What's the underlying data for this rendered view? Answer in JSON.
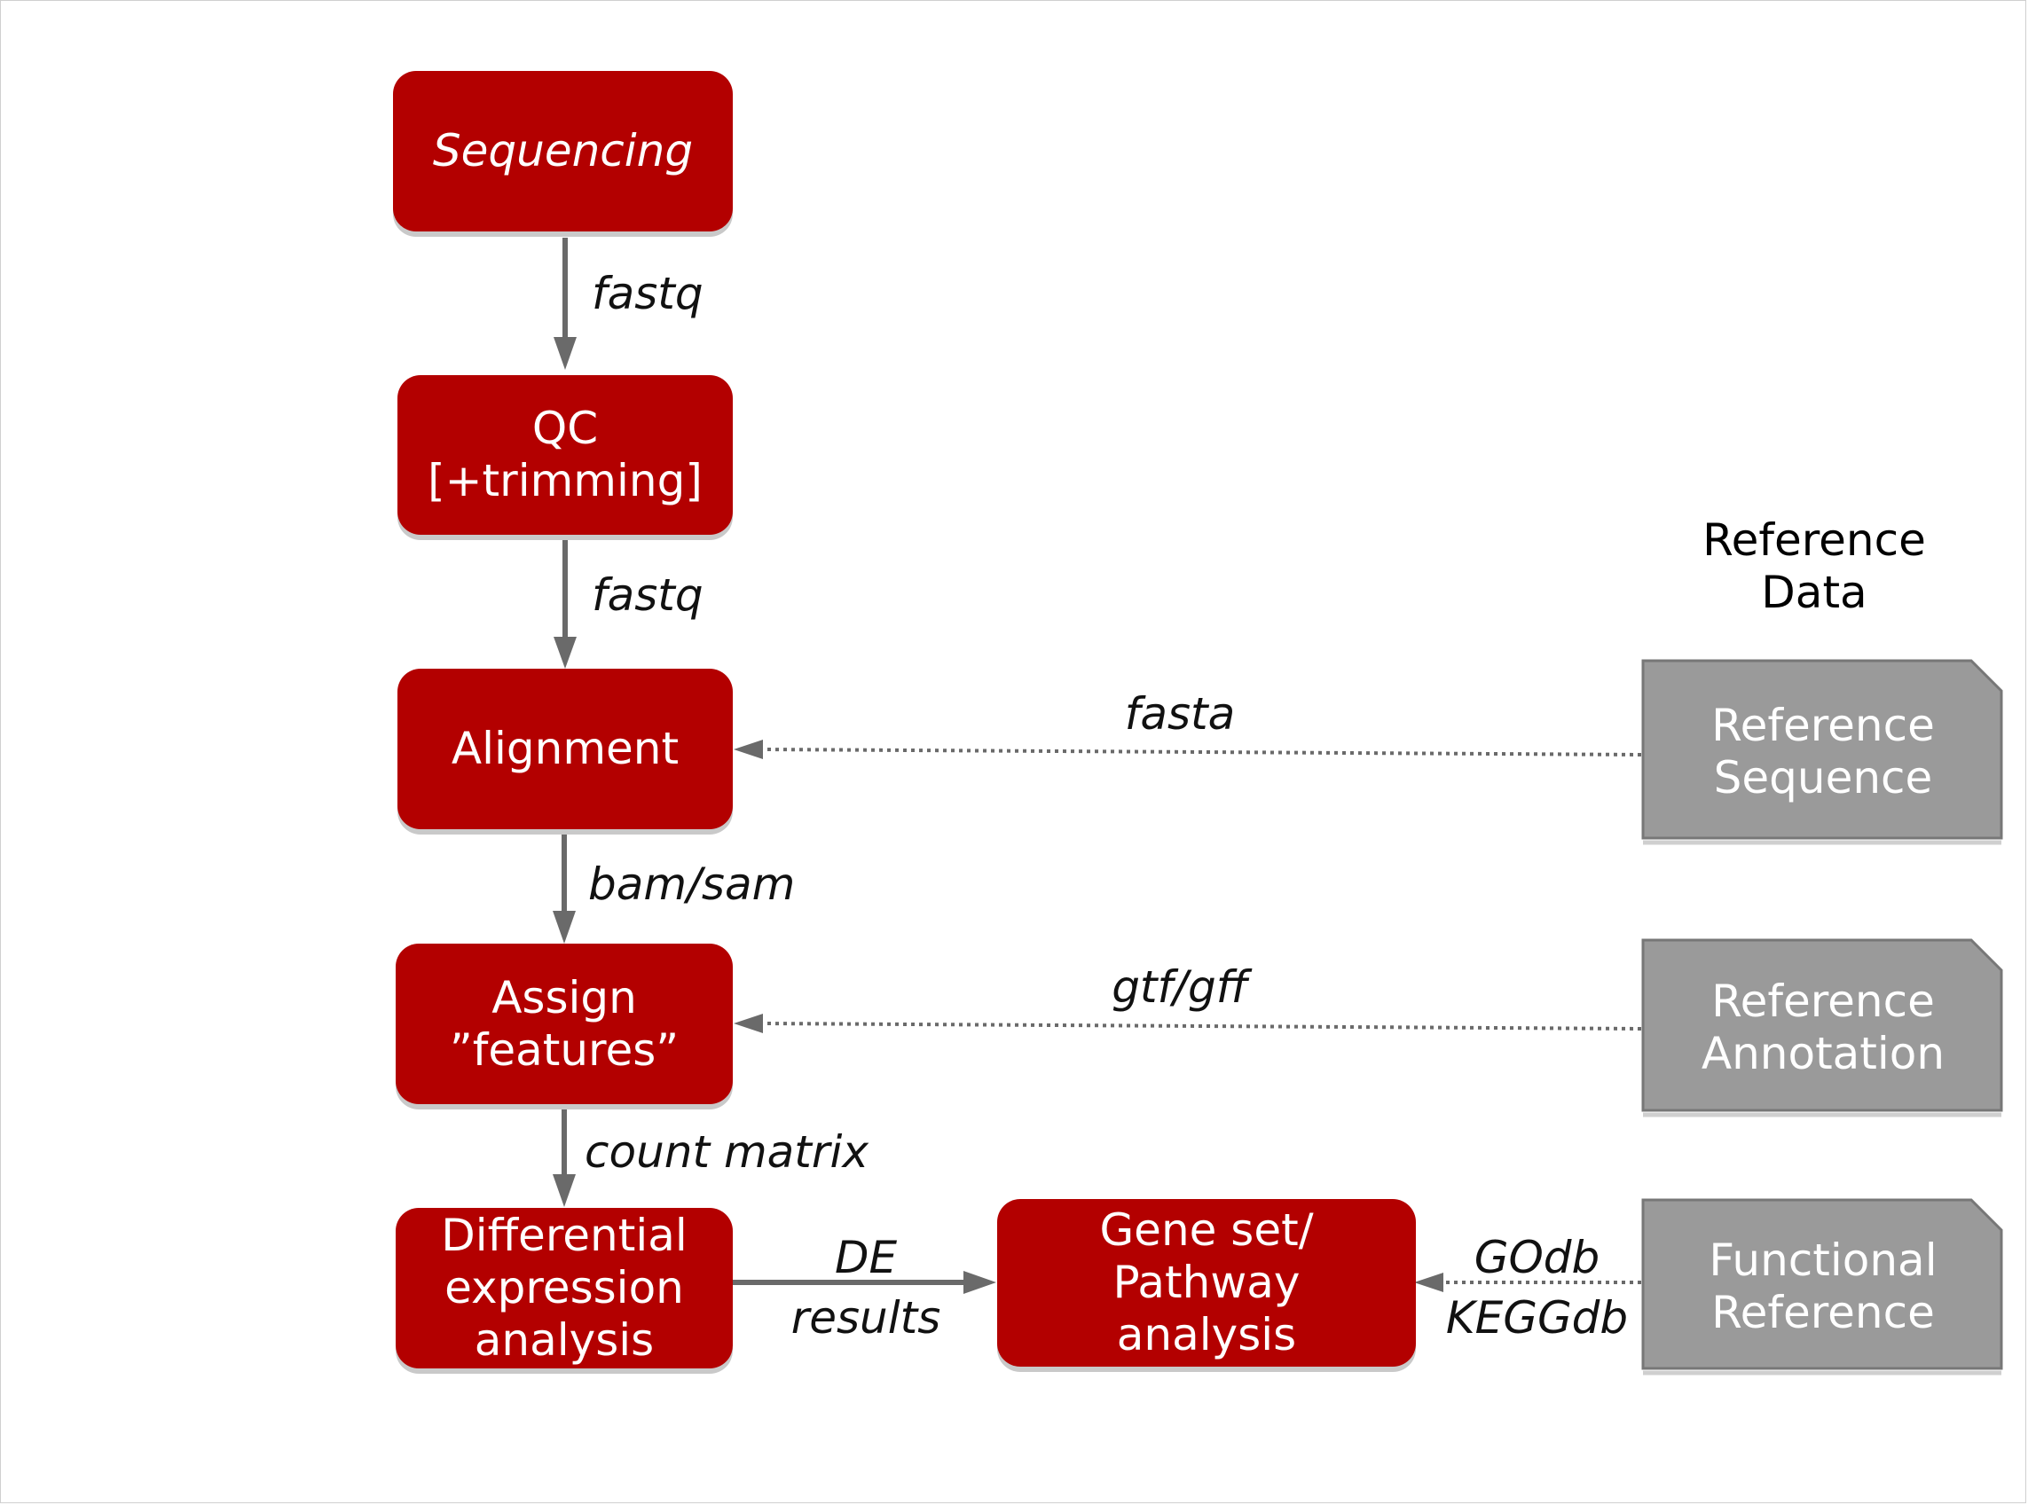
{
  "colors": {
    "process": "#b30000",
    "reference": "#9a9a9a",
    "edge": "#6a6a6a"
  },
  "nodes": {
    "sequencing": "Sequencing",
    "qc": "QC\n[+trimming]",
    "alignment": "Alignment",
    "assign": "Assign\n”features”",
    "de": "Differential\nexpression\nanalysis",
    "geneset": "Gene set/\nPathway\nanalysis"
  },
  "reference": {
    "header": "Reference\nData",
    "sequence": "Reference\nSequence",
    "annotation": "Reference\nAnnotation",
    "functional": "Functional\nReference"
  },
  "edges": {
    "seq_to_qc": "fastq",
    "qc_to_align": "fastq",
    "align_to_assign": "bam/sam",
    "assign_to_de": "count matrix",
    "de_to_geneset": "DE\nresults",
    "fasta": "fasta",
    "gtf": "gtf/gff",
    "functional": "GOdb\nKEGGdb"
  }
}
